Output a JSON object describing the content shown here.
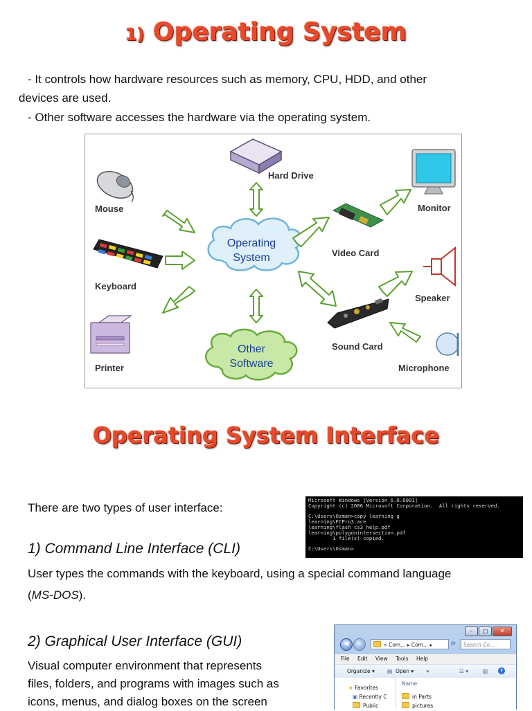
{
  "title1": {
    "number": "1)",
    "text": "Operating System"
  },
  "intro": {
    "line1": "- It controls how hardware resources such as memory, CPU, HDD, and other",
    "line2": "devices are used.",
    "line3": "- Other software accesses the hardware via the operating system."
  },
  "diagram": {
    "center": "Operating System",
    "center_line1": "Operating",
    "center_line2": "System",
    "other_line1": "Other",
    "other_line2": "Software",
    "labels": {
      "hard_drive": "Hard Drive",
      "mouse": "Mouse",
      "keyboard": "Keyboard",
      "printer": "Printer",
      "monitor": "Monitor",
      "video_card": "Video Card",
      "speaker": "Speaker",
      "sound_card": "Sound Card",
      "microphone": "Microphone"
    },
    "colors": {
      "arrow_fill": "#ffffff",
      "arrow_stroke": "#5aa12e",
      "cloud_fill": "#dff0fb",
      "cloud_stroke": "#6fb3dc",
      "cloud2_fill": "#c7e8a6",
      "cloud2_stroke": "#6aaa3a"
    }
  },
  "title2": {
    "text": "Operating System Interface"
  },
  "types_intro": "There are two types of user interface:",
  "cli": {
    "heading": "1) Command Line Interface (CLI)",
    "desc_line1": "User types the commands with the keyboard, using a special command language",
    "desc_open": "(",
    "desc_italic": "MS-DOS",
    "desc_close": ").",
    "terminal_lines": [
      "Microsoft Windows [Version 6.0.6001]",
      "Copyright (c) 2006 Microsoft Corporation.  All rights reserved.",
      "",
      "C:\\Users\\Osman>copy learning g",
      "learning\\FCPro3.ace",
      "learning\\flash_cs3_help.pdf",
      "learning\\polygonintersection.pdf",
      "        1 file(s) copied.",
      "",
      "C:\\Users\\Osman>"
    ]
  },
  "gui": {
    "heading": "2) Graphical User Interface (GUI)",
    "desc_line1": "Visual computer environment that represents",
    "desc_line2": "files, folders, and programs with images such as",
    "desc_line3": "icons, menus, and dialog boxes on the screen",
    "window": {
      "address": "« Com... ▸ Com... ▸",
      "search_placeholder": "Search Co...",
      "menu": [
        "File",
        "Edit",
        "View",
        "Tools",
        "Help"
      ],
      "organize": "Organize ▾",
      "open": "Open ▾",
      "more": "»",
      "favorites": "Favorites",
      "nav_items": [
        "Recently C",
        "Public"
      ],
      "column_name": "Name",
      "files": [
        "in Parts",
        "pictures"
      ],
      "controls": {
        "minimize": "–",
        "maximize": "□",
        "close": "✕"
      }
    }
  }
}
